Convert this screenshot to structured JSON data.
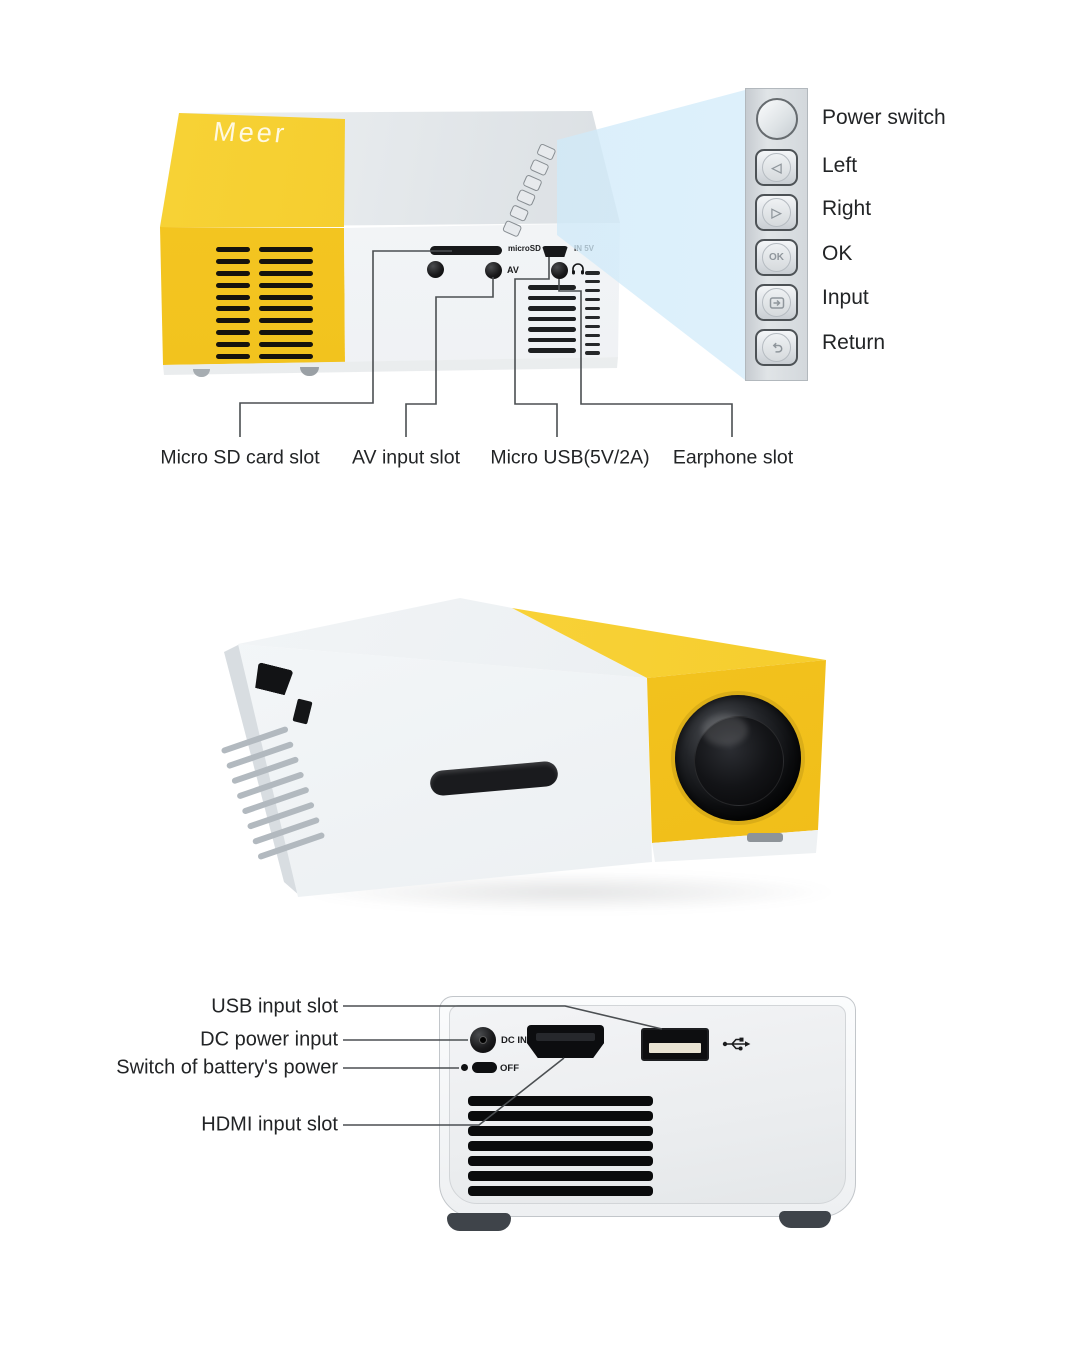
{
  "brand": {
    "logo": "Meer"
  },
  "top": {
    "buttons": [
      {
        "name": "power",
        "label": "Power switch",
        "glyph": ""
      },
      {
        "name": "left",
        "label": "Left",
        "glyph": "◁"
      },
      {
        "name": "right",
        "label": "Right",
        "glyph": "▷"
      },
      {
        "name": "ok",
        "label": "OK",
        "glyph": "OK"
      },
      {
        "name": "input",
        "label": "Input",
        "glyph": ""
      },
      {
        "name": "return",
        "label": "Return",
        "glyph": ""
      }
    ],
    "rear_markings": {
      "microsd": "microSD",
      "av": "AV",
      "power_in": "IN 5V"
    },
    "port_labels": [
      "Micro SD card slot",
      "AV input slot",
      "Micro USB(5V/2A)",
      "Earphone slot"
    ]
  },
  "bottom": {
    "markings": {
      "dc_in": "DC IN",
      "off": "OFF"
    },
    "labels": [
      "USB input slot",
      "DC power input",
      "Switch of battery's power",
      "HDMI input slot"
    ]
  },
  "colors": {
    "yellow": "#F2C21D",
    "yellow_light": "#FBD84A",
    "beam": "#D8ECF8",
    "panel_strip": "#D6DBDF",
    "callout_line": "#4B4F52",
    "label_text": "#222426"
  }
}
